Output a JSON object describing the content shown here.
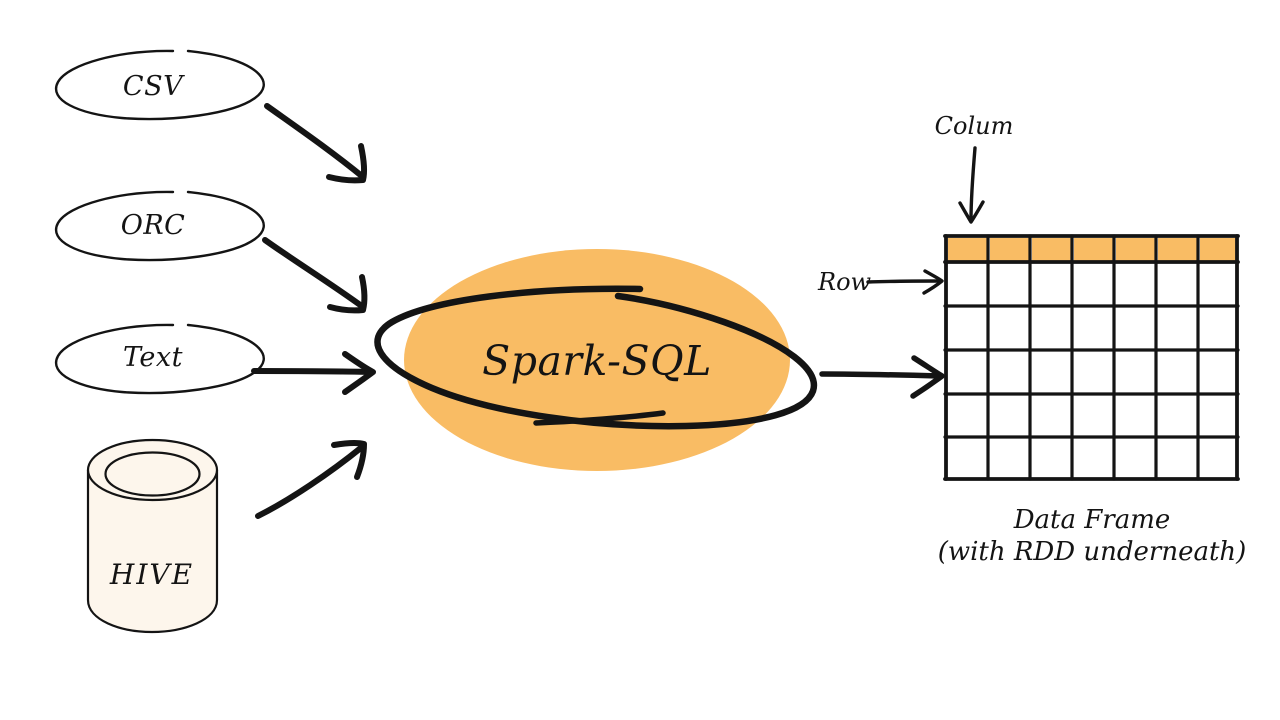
{
  "diagram": {
    "title": "Spark-SQL data sources and DataFrame output",
    "background_color": "#ffffff",
    "ink_color": "#141414",
    "accent_color": "#f9bc64",
    "cylinder_fill_color": "#fdf6ec"
  },
  "sources": [
    {
      "id": "csv",
      "label": "CSV",
      "shape": "ellipse"
    },
    {
      "id": "orc",
      "label": "ORC",
      "shape": "ellipse"
    },
    {
      "id": "text",
      "label": "Text",
      "shape": "ellipse"
    },
    {
      "id": "hive",
      "label": "HIVE",
      "shape": "cylinder"
    }
  ],
  "engine": {
    "label": "Spark-SQL",
    "shape": "ellipse-highlight",
    "fill_color": "#f9bc64"
  },
  "output": {
    "annotations": {
      "column": "Colum",
      "row": "Row"
    },
    "caption_line_1": "Data Frame",
    "caption_line_2": "(with RDD underneath)",
    "table": {
      "columns": 7,
      "body_rows": 5,
      "header_fill_color": "#f9bc64",
      "cell_fill_color": "#ffffff",
      "border_color": "#141414"
    }
  },
  "arrows": [
    {
      "id": "csv-to-engine",
      "from": "csv",
      "to": "engine",
      "direction": "down-right"
    },
    {
      "id": "orc-to-engine",
      "from": "orc",
      "to": "engine",
      "direction": "down-right"
    },
    {
      "id": "text-to-engine",
      "from": "text",
      "to": "engine",
      "direction": "right"
    },
    {
      "id": "hive-to-engine",
      "from": "hive",
      "to": "engine",
      "direction": "up-right"
    },
    {
      "id": "engine-to-table",
      "from": "engine",
      "to": "table",
      "direction": "right"
    },
    {
      "id": "column-pointer",
      "from": "column-label",
      "to": "table-header",
      "direction": "down"
    },
    {
      "id": "row-pointer",
      "from": "row-label",
      "to": "table-row",
      "direction": "right"
    }
  ]
}
